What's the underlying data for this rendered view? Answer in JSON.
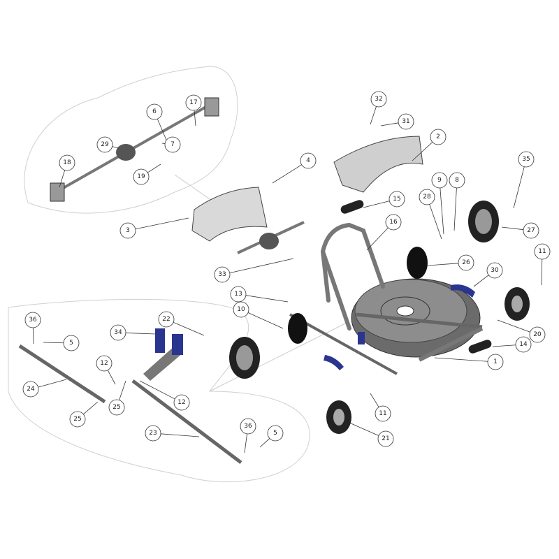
{
  "diagram": {
    "callouts": [
      "17",
      "6",
      "29",
      "7",
      "18",
      "19",
      "32",
      "31",
      "2",
      "4",
      "35",
      "9",
      "8",
      "28",
      "15",
      "3",
      "16",
      "27",
      "11",
      "33",
      "26",
      "30",
      "13",
      "10",
      "36",
      "22",
      "34",
      "5",
      "20",
      "14",
      "1",
      "12",
      "24",
      "25",
      "25",
      "12",
      "11",
      "21",
      "36",
      "5",
      "23"
    ],
    "colors": {
      "part": "#8a8a8a",
      "part_dark": "#3a3a3a",
      "accent_blue": "#2a3590",
      "outline": "#555555",
      "group_outline": "#cfcfcf"
    }
  }
}
